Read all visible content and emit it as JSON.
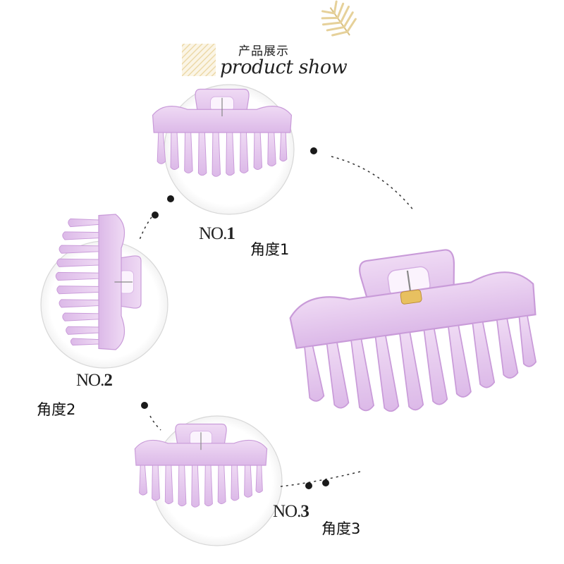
{
  "header": {
    "title_cn": "产品展示",
    "title_en": "product show"
  },
  "views": [
    {
      "number_prefix": "NO.",
      "number": "1",
      "angle_label": "角度1"
    },
    {
      "number_prefix": "NO.",
      "number": "2",
      "angle_label": "角度2"
    },
    {
      "number_prefix": "NO.",
      "number": "3",
      "angle_label": "角度3"
    }
  ],
  "colors": {
    "clip_fill": "#e6c8ef",
    "clip_stroke": "#c99bd9",
    "circle_stroke": "#d8d8d8",
    "connector": "#222222",
    "leaf": "#e9d7a4",
    "hatch": "#f0dfb4"
  },
  "icons": {
    "decor_leaf": "palm-leaf-icon",
    "decor_hatch": "hatch-square-icon"
  }
}
